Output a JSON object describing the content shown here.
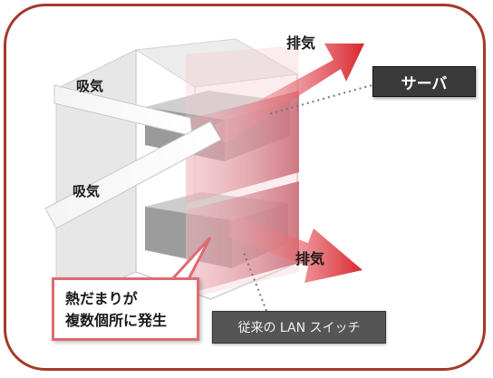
{
  "labels": {
    "intake_upper": "吸気",
    "intake_lower": "吸気",
    "exhaust_top": "排気",
    "exhaust_bottom": "排気",
    "server": "サーバ",
    "lan_switch": "従来の LAN スイッチ",
    "callout_line1": "熱だまりが",
    "callout_line2": "複数個所に発生"
  },
  "colors": {
    "frame_border": "#a33a2a",
    "exhaust_arrow": "#d9262e",
    "heat_zone": "#c94a5a",
    "server_tag_bg": "#3a3a3a",
    "lan_tag_bg": "#555555",
    "callout_border": "#e06a72"
  }
}
